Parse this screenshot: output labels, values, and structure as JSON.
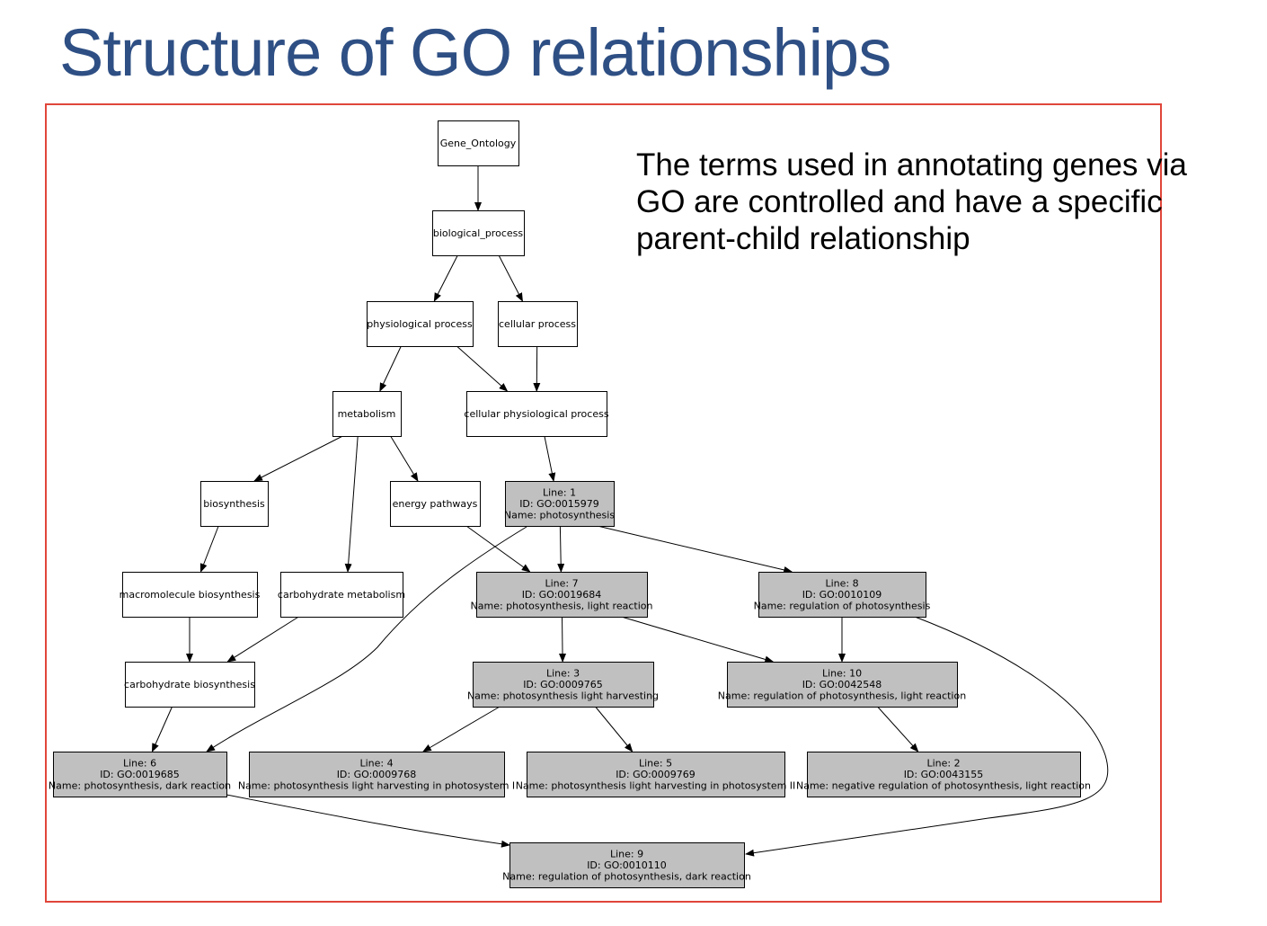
{
  "title": "Structure of GO relationships",
  "description": {
    "lines": [
      "The terms used in annotating genes via",
      "GO are controlled and have a specific",
      "parent-child relationship"
    ]
  },
  "colors": {
    "title": "#2e4f84",
    "frame": "#e0463a",
    "node_fill_plain": "#ffffff",
    "node_fill_annotated": "#c0c0c0",
    "edge": "#000000"
  },
  "graph": {
    "nodes": [
      {
        "id": "gene_ontology",
        "lines": [
          "Gene_Ontology"
        ],
        "annotated": false
      },
      {
        "id": "biological_process",
        "lines": [
          "biological_process"
        ],
        "annotated": false
      },
      {
        "id": "physiological_process",
        "lines": [
          "physiological process"
        ],
        "annotated": false
      },
      {
        "id": "cellular_process",
        "lines": [
          "cellular process"
        ],
        "annotated": false
      },
      {
        "id": "metabolism",
        "lines": [
          "metabolism"
        ],
        "annotated": false
      },
      {
        "id": "cellular_physiological_process",
        "lines": [
          "cellular physiological process"
        ],
        "annotated": false
      },
      {
        "id": "biosynthesis",
        "lines": [
          "biosynthesis"
        ],
        "annotated": false
      },
      {
        "id": "energy_pathways",
        "lines": [
          "energy pathways"
        ],
        "annotated": false
      },
      {
        "id": "line1",
        "lines": [
          "Line: 1",
          "ID: GO:0015979",
          "Name: photosynthesis"
        ],
        "annotated": true
      },
      {
        "id": "macromolecule_biosynthesis",
        "lines": [
          "macromolecule biosynthesis"
        ],
        "annotated": false
      },
      {
        "id": "carbohydrate_metabolism",
        "lines": [
          "carbohydrate metabolism"
        ],
        "annotated": false
      },
      {
        "id": "line7",
        "lines": [
          "Line: 7",
          "ID: GO:0019684",
          "Name: photosynthesis, light reaction"
        ],
        "annotated": true
      },
      {
        "id": "line8",
        "lines": [
          "Line: 8",
          "ID: GO:0010109",
          "Name: regulation of photosynthesis"
        ],
        "annotated": true
      },
      {
        "id": "carbohydrate_biosynthesis",
        "lines": [
          "carbohydrate biosynthesis"
        ],
        "annotated": false
      },
      {
        "id": "line3",
        "lines": [
          "Line: 3",
          "ID: GO:0009765",
          "Name: photosynthesis light harvesting"
        ],
        "annotated": true
      },
      {
        "id": "line10",
        "lines": [
          "Line: 10",
          "ID: GO:0042548",
          "Name: regulation of photosynthesis, light reaction"
        ],
        "annotated": true
      },
      {
        "id": "line6",
        "lines": [
          "Line: 6",
          "ID: GO:0019685",
          "Name: photosynthesis, dark reaction"
        ],
        "annotated": true
      },
      {
        "id": "line4",
        "lines": [
          "Line: 4",
          "ID: GO:0009768",
          "Name: photosynthesis light harvesting in photosystem I"
        ],
        "annotated": true
      },
      {
        "id": "line5",
        "lines": [
          "Line: 5",
          "ID: GO:0009769",
          "Name: photosynthesis light harvesting in photosystem II"
        ],
        "annotated": true
      },
      {
        "id": "line2",
        "lines": [
          "Line: 2",
          "ID: GO:0043155",
          "Name: negative regulation of photosynthesis, light reaction"
        ],
        "annotated": true
      },
      {
        "id": "line9",
        "lines": [
          "Line: 9",
          "ID: GO:0010110",
          "Name: regulation of photosynthesis, dark reaction"
        ],
        "annotated": true
      }
    ],
    "edges": [
      {
        "from": "gene_ontology",
        "to": "biological_process"
      },
      {
        "from": "biological_process",
        "to": "physiological_process"
      },
      {
        "from": "biological_process",
        "to": "cellular_process"
      },
      {
        "from": "physiological_process",
        "to": "metabolism"
      },
      {
        "from": "physiological_process",
        "to": "cellular_physiological_process"
      },
      {
        "from": "cellular_process",
        "to": "cellular_physiological_process"
      },
      {
        "from": "metabolism",
        "to": "biosynthesis"
      },
      {
        "from": "metabolism",
        "to": "carbohydrate_metabolism"
      },
      {
        "from": "metabolism",
        "to": "energy_pathways"
      },
      {
        "from": "cellular_physiological_process",
        "to": "line1"
      },
      {
        "from": "biosynthesis",
        "to": "macromolecule_biosynthesis"
      },
      {
        "from": "energy_pathways",
        "to": "line7"
      },
      {
        "from": "line1",
        "to": "line7"
      },
      {
        "from": "line1",
        "to": "line8"
      },
      {
        "from": "line1",
        "to": "line6"
      },
      {
        "from": "macromolecule_biosynthesis",
        "to": "carbohydrate_biosynthesis"
      },
      {
        "from": "carbohydrate_metabolism",
        "to": "carbohydrate_biosynthesis"
      },
      {
        "from": "carbohydrate_biosynthesis",
        "to": "line6"
      },
      {
        "from": "line7",
        "to": "line3"
      },
      {
        "from": "line7",
        "to": "line10"
      },
      {
        "from": "line8",
        "to": "line10"
      },
      {
        "from": "line8",
        "to": "line9"
      },
      {
        "from": "line3",
        "to": "line4"
      },
      {
        "from": "line3",
        "to": "line5"
      },
      {
        "from": "line10",
        "to": "line2"
      },
      {
        "from": "line6",
        "to": "line9"
      }
    ]
  }
}
